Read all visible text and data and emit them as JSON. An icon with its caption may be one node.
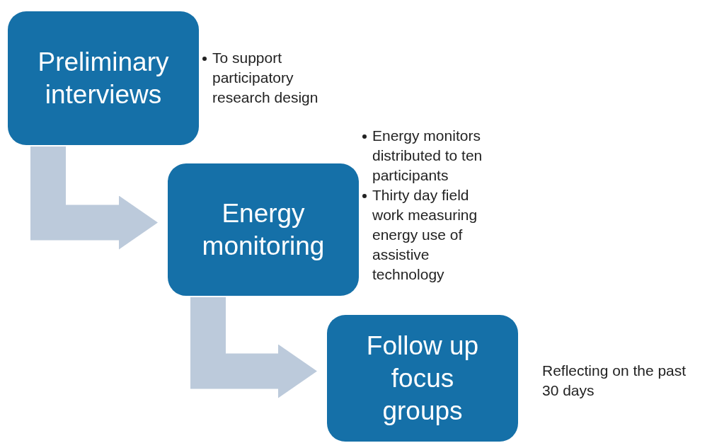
{
  "diagram": {
    "nodes": [
      {
        "text": [
          "Preliminary interviews"
        ],
        "beside": [
          "To support participatory research design"
        ]
      },
      {
        "text": [
          "Energy monitoring"
        ],
        "beside": [
          "Energy monitors distributed to ten participants",
          "Thirty day field work measuring energy use of assistive technology"
        ]
      },
      {
        "text": [
          "Follow up focus groups"
        ],
        "beside": [
          "Reflecting on the past 30 days"
        ]
      }
    ],
    "edges": [
      {
        "from": 0,
        "to": 1,
        "arrow": "to"
      },
      {
        "from": 1,
        "to": 2,
        "arrow": "to"
      }
    ]
  }
}
